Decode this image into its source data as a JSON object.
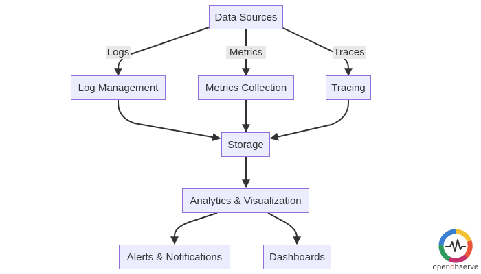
{
  "nodes": {
    "data_sources": "Data Sources",
    "log_management": "Log Management",
    "metrics_collection": "Metrics Collection",
    "tracing": "Tracing",
    "storage": "Storage",
    "analytics": "Analytics & Visualization",
    "alerts": "Alerts & Notifications",
    "dashboards": "Dashboards"
  },
  "edge_labels": {
    "logs": "Logs",
    "metrics": "Metrics",
    "traces": "Traces"
  },
  "edges": [
    {
      "from": "data_sources",
      "to": "log_management",
      "label": "Logs"
    },
    {
      "from": "data_sources",
      "to": "metrics_collection",
      "label": "Metrics"
    },
    {
      "from": "data_sources",
      "to": "tracing",
      "label": "Traces"
    },
    {
      "from": "log_management",
      "to": "storage"
    },
    {
      "from": "metrics_collection",
      "to": "storage"
    },
    {
      "from": "tracing",
      "to": "storage"
    },
    {
      "from": "storage",
      "to": "analytics"
    },
    {
      "from": "analytics",
      "to": "alerts"
    },
    {
      "from": "analytics",
      "to": "dashboards"
    }
  ],
  "logo": {
    "text_prefix": "open",
    "text_highlight": "o",
    "text_suffix": "bserve"
  },
  "colors": {
    "node_fill": "#ECECFF",
    "node_border": "#9370DB",
    "edge": "#333333",
    "label_bg": "#e8e8e8"
  }
}
